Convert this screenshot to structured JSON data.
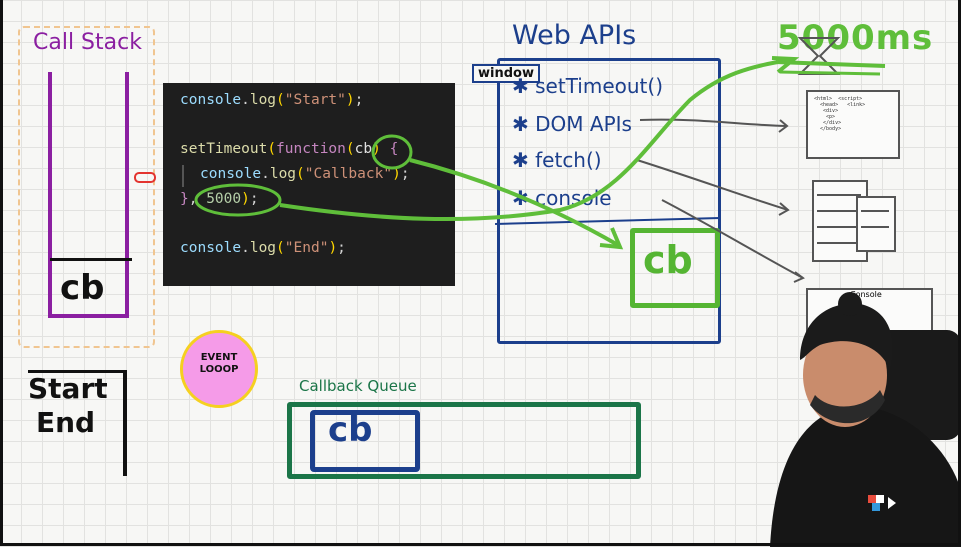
{
  "call_stack": {
    "title": "Call Stack",
    "frame": "cb"
  },
  "code": {
    "line1": {
      "obj": "console",
      "method": "log",
      "arg": "\"Start\""
    },
    "line2": {
      "name": "setTimeout",
      "keyword": "function",
      "param": "cb"
    },
    "line3": {
      "obj": "console",
      "method": "log",
      "arg": "\"Callback\""
    },
    "line4": {
      "delay": "5000"
    },
    "line5": {
      "obj": "console",
      "method": "log",
      "arg": "\"End\""
    }
  },
  "web_apis": {
    "title": "Web APIs",
    "window_label": "window",
    "items": [
      "setTimeout()",
      "DOM APIs",
      "fetch()",
      "console"
    ],
    "callback": "cb"
  },
  "timer": {
    "label": "5000ms"
  },
  "event_loop": {
    "label": "EVENT LOOOP"
  },
  "console_output": {
    "lines": [
      "Start",
      "End"
    ]
  },
  "callback_queue": {
    "title": "Callback Queue",
    "item": "cb"
  },
  "devtools_sketch": {
    "tab_label": "Console"
  },
  "colors": {
    "call_stack": "#8b1fa1",
    "web_apis": "#1c3f8c",
    "arrows": "#5fbe3a",
    "queue": "#1b7548",
    "event_loop": "#f59be8"
  }
}
